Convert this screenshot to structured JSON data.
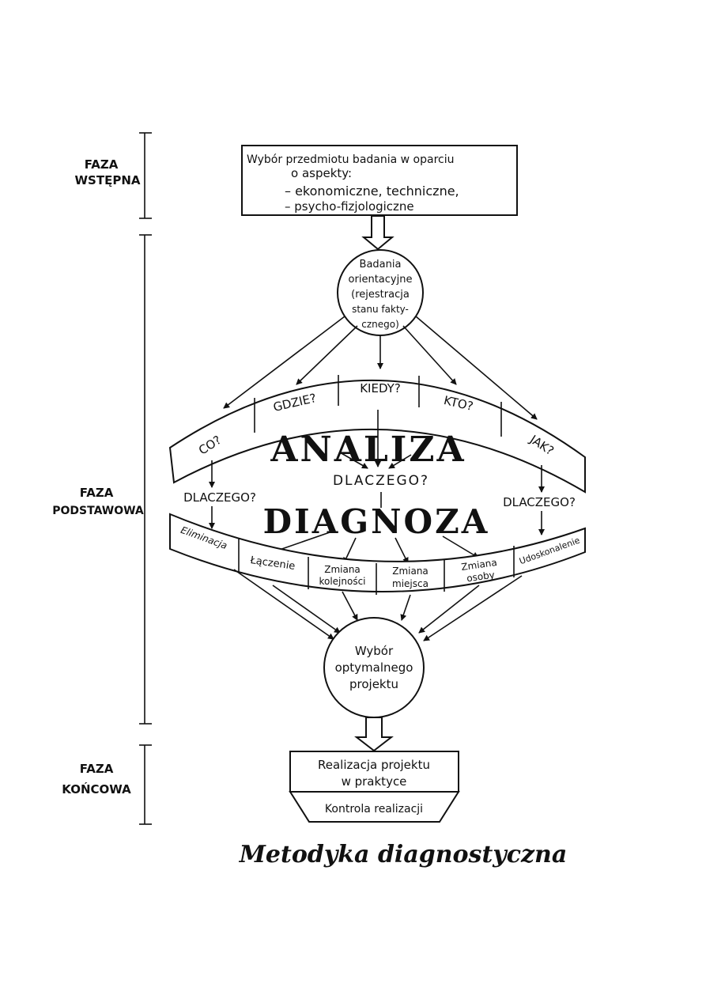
{
  "phases": {
    "initial": [
      "FAZA",
      "WSTĘPNA"
    ],
    "main": [
      "FAZA",
      "PODSTAWOWA"
    ],
    "final": [
      "FAZA",
      "KOŃCOWA"
    ]
  },
  "top_box": [
    "Wybór przedmiotu badania w oparciu",
    "o aspekty:",
    "– ekonomiczne, techniczne,",
    "– psycho-fizjologiczne"
  ],
  "orientation_circle": [
    "Badania",
    "orientacyjne",
    "(rejestracja",
    "stanu fakty-",
    "cznego)"
  ],
  "questions": [
    "CO?",
    "GDZIE?",
    "KIEDY?",
    "KTO?",
    "JAK?"
  ],
  "analysis_title": "ANALIZA",
  "why_center": "DLACZEGO?",
  "why_left": "DLACZEGO?",
  "why_right": "DLACZEGO?",
  "diagnosis_title": "DIAGNOZA",
  "actions": [
    [
      "Eliminacja"
    ],
    [
      "Łączenie"
    ],
    [
      "Zmiana",
      "kolejności"
    ],
    [
      "Zmiana",
      "miejsca"
    ],
    [
      "Zmiana",
      "osoby"
    ],
    [
      "Udoskonalenie"
    ]
  ],
  "optimal_circle": [
    "Wybór",
    "optymalnego",
    "projektu"
  ],
  "realization_box": [
    "Realizacja projektu",
    "w praktyce"
  ],
  "control_box": "Kontrola realizacji",
  "caption": "Metodyka diagnostyczna"
}
